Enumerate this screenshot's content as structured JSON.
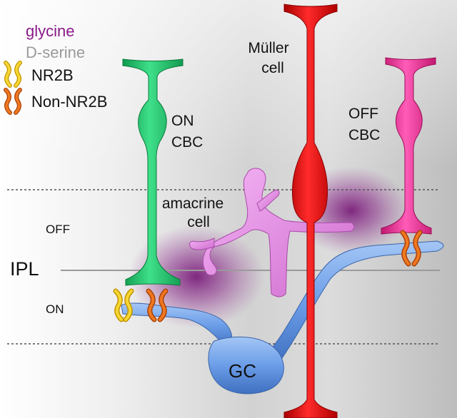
{
  "legend": {
    "glycine": "glycine",
    "dserine": "D-serine",
    "nr2b": "NR2B",
    "non_nr2b": "Non-NR2B"
  },
  "labels": {
    "muller_line1": "Müller",
    "muller_line2": "cell",
    "on_cbc_line1": "ON",
    "on_cbc_line2": "CBC",
    "off_cbc_line1": "OFF",
    "off_cbc_line2": "CBC",
    "amacrine_line1": "amacrine",
    "amacrine_line2": "cell",
    "ipl": "IPL",
    "off_layer": "OFF",
    "on_layer": "ON",
    "gc": "GC"
  },
  "colors": {
    "glycine": "#8a1a8a",
    "dserine": "#9a9a9a",
    "muller": "#e01010",
    "on_cbc": "#22c46e",
    "off_cbc": "#e8349a",
    "amacrine": "#e88ee8",
    "gc": "#6fa0ea",
    "nr2b_receptor": "#f2c81e",
    "non_nr2b_receptor": "#ee6a12"
  }
}
